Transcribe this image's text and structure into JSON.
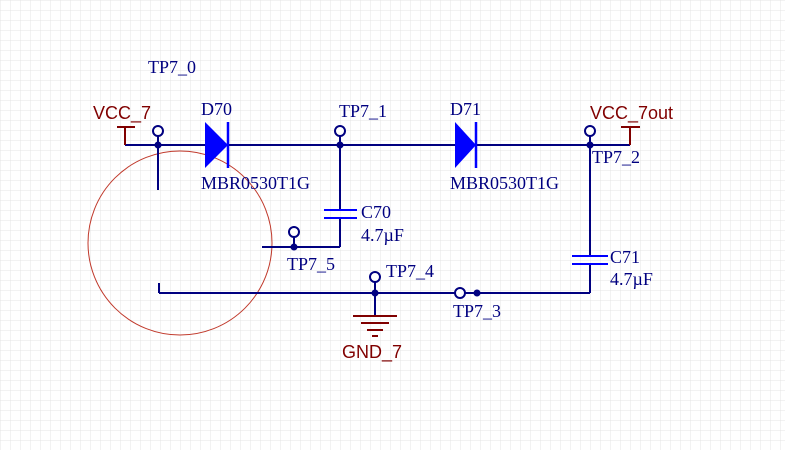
{
  "colors": {
    "background": "#ffffff",
    "grid": "#e4e4e4",
    "wire": "#000080",
    "component": "#0000ff",
    "power": "#800000",
    "label": "#000080",
    "junction": "#000080",
    "circle_annotation": "#c0392b"
  },
  "labels": {
    "net_tp7_0": "TP7_0",
    "tp7_1": "TP7_1",
    "tp7_2": "TP7_2",
    "tp7_3": "TP7_3",
    "tp7_4": "TP7_4",
    "tp7_5": "TP7_5"
  },
  "power": {
    "vcc_in": "VCC_7",
    "vcc_out": "VCC_7out",
    "gnd": "GND_7"
  },
  "components": {
    "d70": {
      "ref": "D70",
      "part": "MBR0530T1G"
    },
    "d71": {
      "ref": "D71",
      "part": "MBR0530T1G"
    },
    "c70": {
      "ref": "C70",
      "value": "4.7µF"
    },
    "c71": {
      "ref": "C71",
      "value": "4.7µF"
    }
  }
}
